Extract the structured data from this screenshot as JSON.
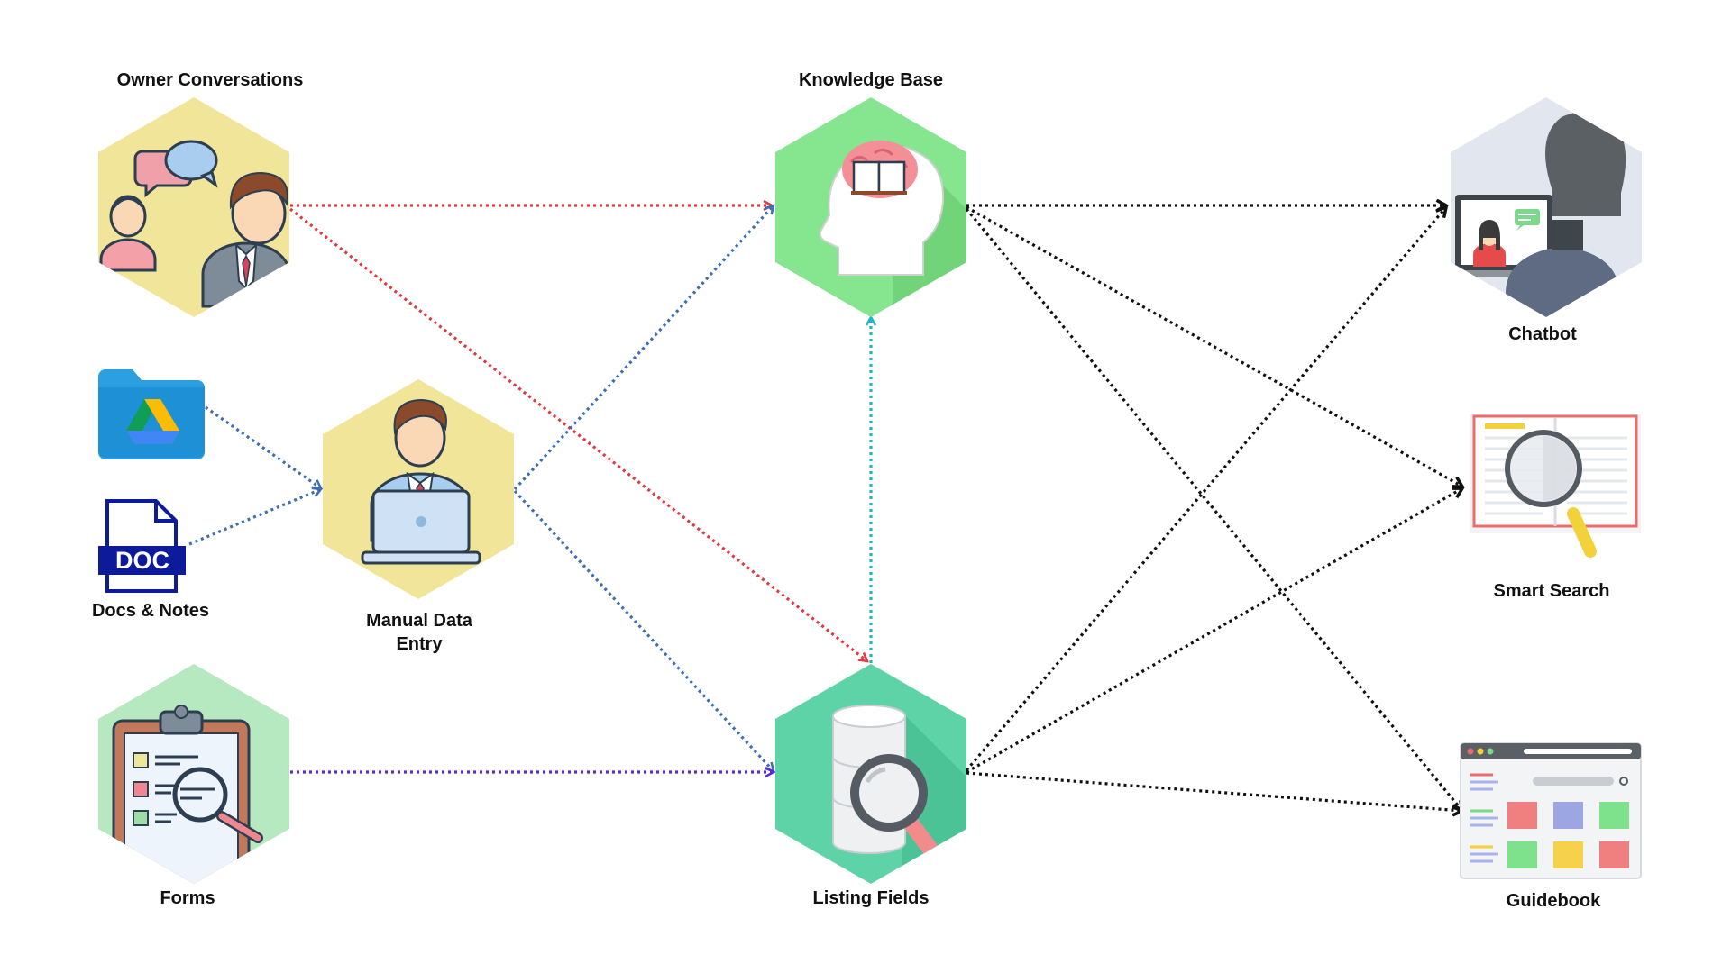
{
  "labels": {
    "owner_conversations": "Owner Conversations",
    "docs_notes": "Docs & Notes",
    "manual_data_entry": "Manual Data Entry",
    "forms": "Forms",
    "knowledge_base": "Knowledge Base",
    "listing_fields": "Listing Fields",
    "chatbot": "Chatbot",
    "smart_search": "Smart Search",
    "guidebook": "Guidebook",
    "doc_badge": "DOC"
  },
  "colors": {
    "owner_hex": "#f1e59a",
    "manual_hex": "#f1e59a",
    "forms_hex": "#b7e9c0",
    "knowledge_hex": "#86e58f",
    "listing_hex": "#5fd3a8",
    "chatbot_hex": "#e2e6ee",
    "red_edge": "#e0393e",
    "blue_edge": "#3d6db5",
    "cyan_edge": "#21b3c4",
    "purple_edge": "#5a2cd8",
    "black_edge": "#111111",
    "doc_blue": "#0d1b9a",
    "drive_folder": "#2b9fe0"
  },
  "icons": {
    "owner": "conversation-people-icon",
    "drive": "google-drive-folder-icon",
    "doc": "doc-file-icon",
    "manual": "person-laptop-icon",
    "forms": "clipboard-search-icon",
    "knowledge": "head-brain-book-icon",
    "listing": "database-search-icon",
    "chatbot": "video-chat-icon",
    "search": "book-magnifier-icon",
    "guidebook": "browser-grid-icon"
  },
  "edges": [
    {
      "from": "owner_conversations",
      "to": "knowledge_base",
      "color": "red"
    },
    {
      "from": "owner_conversations",
      "to": "listing_fields",
      "color": "red"
    },
    {
      "from": "drive_folder",
      "to": "manual_data_entry",
      "color": "blue"
    },
    {
      "from": "docs_notes",
      "to": "manual_data_entry",
      "color": "blue"
    },
    {
      "from": "manual_data_entry",
      "to": "knowledge_base",
      "color": "blue"
    },
    {
      "from": "manual_data_entry",
      "to": "listing_fields",
      "color": "blue"
    },
    {
      "from": "listing_fields",
      "to": "knowledge_base",
      "color": "cyan"
    },
    {
      "from": "forms",
      "to": "listing_fields",
      "color": "purple"
    },
    {
      "from": "knowledge_base",
      "to": "chatbot",
      "color": "black"
    },
    {
      "from": "knowledge_base",
      "to": "smart_search",
      "color": "black"
    },
    {
      "from": "knowledge_base",
      "to": "guidebook",
      "color": "black"
    },
    {
      "from": "listing_fields",
      "to": "chatbot",
      "color": "black"
    },
    {
      "from": "listing_fields",
      "to": "smart_search",
      "color": "black"
    },
    {
      "from": "listing_fields",
      "to": "guidebook",
      "color": "black"
    }
  ]
}
